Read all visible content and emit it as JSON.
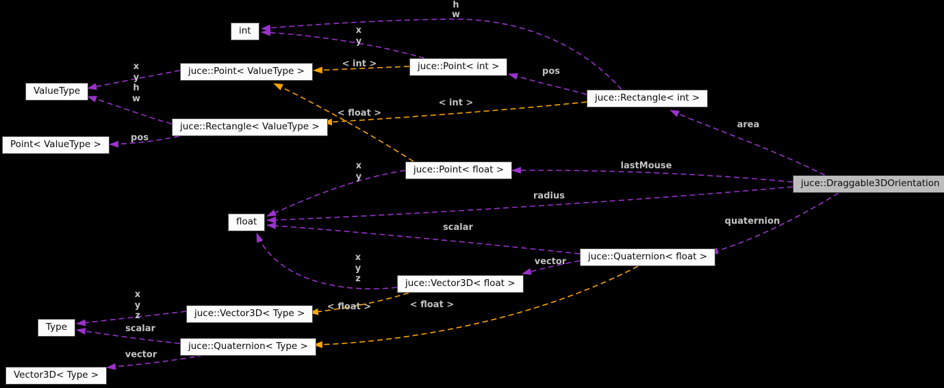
{
  "diagram": {
    "kind": "doxygen-collaboration-graph",
    "colors": {
      "background": "#000000",
      "usage_edge": "#9a32cd",
      "template_edge": "#ffa500",
      "node_bg": "#fcfcfc",
      "node_border": "#4d4d4d",
      "current_node_bg": "#bdbdbd",
      "edge_label": "#c3c3c3"
    },
    "nodes": {
      "int": {
        "label": "int"
      },
      "pointValueType": {
        "label": "juce::Point< ValueType >"
      },
      "valueType": {
        "label": "ValueType"
      },
      "rectValueType": {
        "label": "juce::Rectangle< ValueType >"
      },
      "pointValueTypeMember": {
        "label": "Point< ValueType >"
      },
      "pointInt": {
        "label": "juce::Point< int >"
      },
      "rectInt": {
        "label": "juce::Rectangle< int >"
      },
      "pointFloat": {
        "label": "juce::Point< float >"
      },
      "draggable": {
        "label": "juce::Draggable3DOrientation"
      },
      "float": {
        "label": "float"
      },
      "quatFloat": {
        "label": "juce::Quaternion< float >"
      },
      "vec3Float": {
        "label": "juce::Vector3D< float >"
      },
      "vec3Type": {
        "label": "juce::Vector3D< Type >"
      },
      "type": {
        "label": "Type"
      },
      "quatType": {
        "label": "juce::Quaternion< Type >"
      },
      "vec3TypeMember": {
        "label": "Vector3D< Type >"
      }
    },
    "edge_labels": {
      "hw_int": "h\nw",
      "xy_int": "x\ny",
      "tpl_int_point": "< int >",
      "pos_top": "pos",
      "xyhw_valuetype": "x\ny\nh\nw",
      "tpl_float_point": "< float >",
      "tpl_int_rect": "< int >",
      "pos_left": "pos",
      "area": "area",
      "lastMouse": "lastMouse",
      "xy_float": "x\ny",
      "radius": "radius",
      "scalar_float": "scalar",
      "quaternion": "quaternion",
      "xyz_float": "x\ny\nz",
      "vector_float": "vector",
      "tpl_float_vec": "< float >",
      "tpl_float_quat": "< float >",
      "xyz_type": "x\ny\nz",
      "scalar_type": "scalar",
      "vector_type": "vector"
    }
  }
}
